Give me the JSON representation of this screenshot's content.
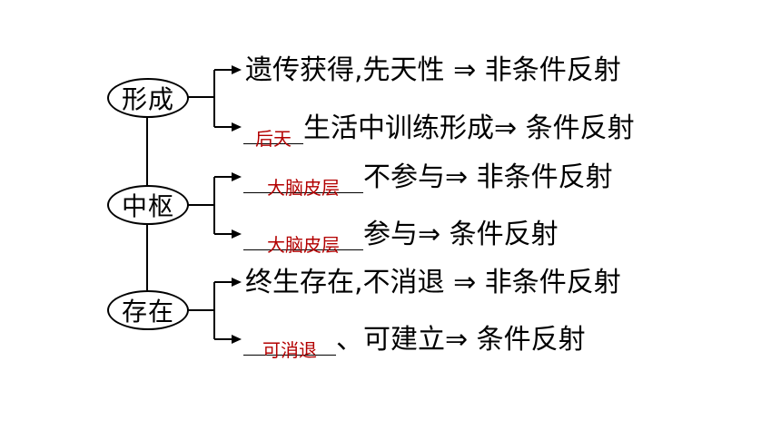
{
  "diagram": {
    "nodes": {
      "formation": "形成",
      "center": "中枢",
      "existence": "存在"
    },
    "branches": {
      "formation_innate": {
        "text": "遗传获得,先天性 ⇒ 非条件反射"
      },
      "formation_learned": {
        "answer": "后天",
        "text": "生活中训练形成⇒ 条件反射"
      },
      "center_no_cortex": {
        "answer": "大脑皮层",
        "text": "不参与⇒ 非条件反射"
      },
      "center_cortex": {
        "answer": "大脑皮层",
        "text": "参与⇒ 条件反射"
      },
      "existence_permanent": {
        "text": "终生存在,不消退 ⇒ 非条件反射"
      },
      "existence_fading": {
        "answer": "可消退",
        "text": "、可建立⇒ 条件反射"
      }
    },
    "colors": {
      "line": "#000000",
      "answer": "#b30000"
    }
  }
}
